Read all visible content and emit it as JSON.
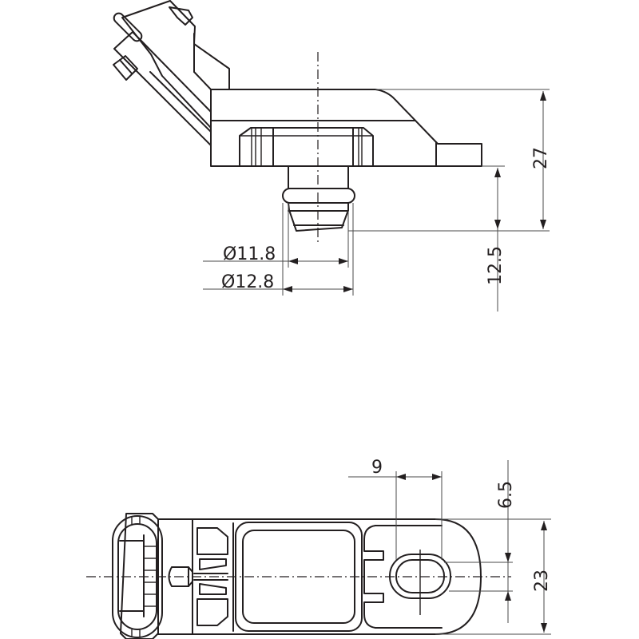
{
  "drawing": {
    "title": "Pressure sensor dimensional drawing",
    "views": [
      {
        "name": "side-view",
        "position": "top"
      },
      {
        "name": "top-view",
        "position": "bottom"
      }
    ],
    "units": "mm",
    "line_color": "#231f20",
    "background": "#ffffff"
  },
  "dimensions": {
    "side_view": {
      "overall_height": "27",
      "nozzle_length": "12.5",
      "diameter_inner": "Ø11.8",
      "diameter_outer": "Ø12.8"
    },
    "top_view": {
      "hole_spacing": "9",
      "slot_width": "6.5",
      "body_width": "23"
    }
  }
}
